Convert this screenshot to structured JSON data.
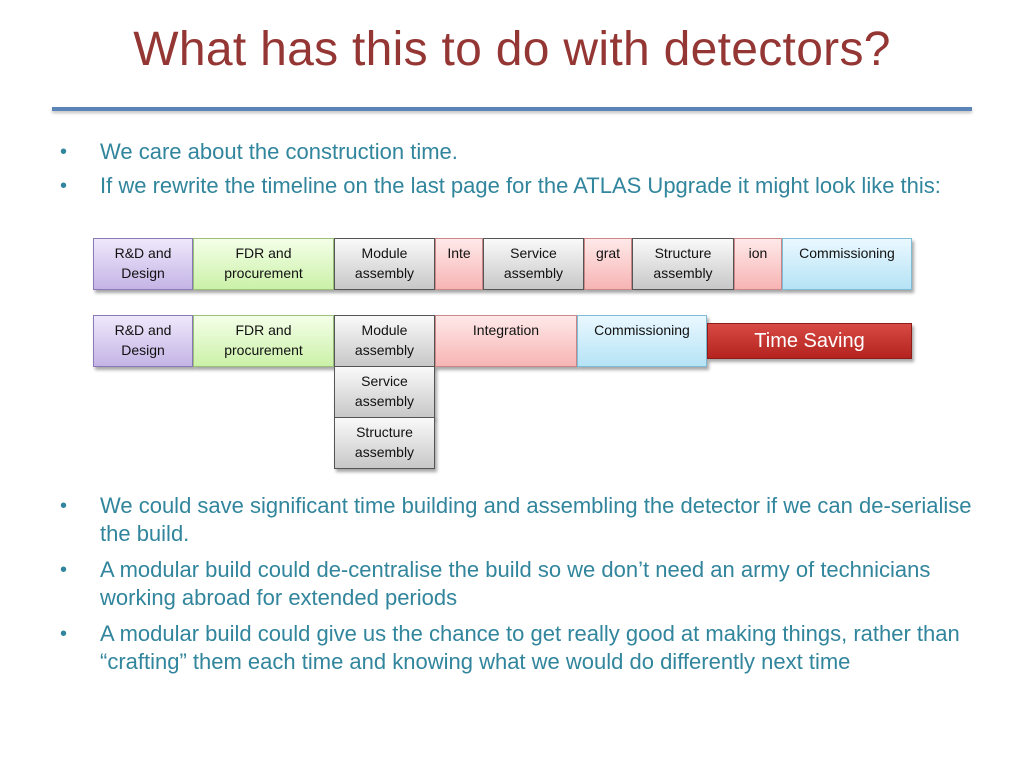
{
  "title": "What has this to do with detectors?",
  "bullets_top": [
    "We care about the construction time.",
    "If we rewrite the timeline on the last page for the ATLAS Upgrade it might look like this:"
  ],
  "timeline_serial": {
    "rd": [
      "R&D and",
      "Design"
    ],
    "fdr": [
      "FDR and",
      "procurement"
    ],
    "module": [
      "Module",
      "assembly"
    ],
    "inte": "Inte",
    "service": [
      "Service",
      "assembly"
    ],
    "grat": "grat",
    "structure": [
      "Structure",
      "assembly"
    ],
    "ion": "ion",
    "commissioning": "Commissioning"
  },
  "timeline_parallel": {
    "rd": [
      "R&D and",
      "Design"
    ],
    "fdr": [
      "FDR and",
      "procurement"
    ],
    "module": [
      "Module",
      "assembly"
    ],
    "service": [
      "Service",
      "assembly"
    ],
    "structure": [
      "Structure",
      "assembly"
    ],
    "integration": "Integration",
    "commissioning": "Commissioning",
    "time_saving": "Time Saving"
  },
  "bullets_bottom": [
    "We could save significant time building and assembling the detector if we can de-serialise the build.",
    "A modular build could de-centralise the build so we don’t need an army of technicians working abroad for extended periods",
    "A modular build could give us the chance to get really good at making things, rather than “crafting” them each time and knowing what we would do differently next time"
  ],
  "colors": {
    "title": "#943634",
    "bullet_text": "#31859c",
    "rule": "#5b84b8",
    "time_saving": "#c0302b"
  }
}
